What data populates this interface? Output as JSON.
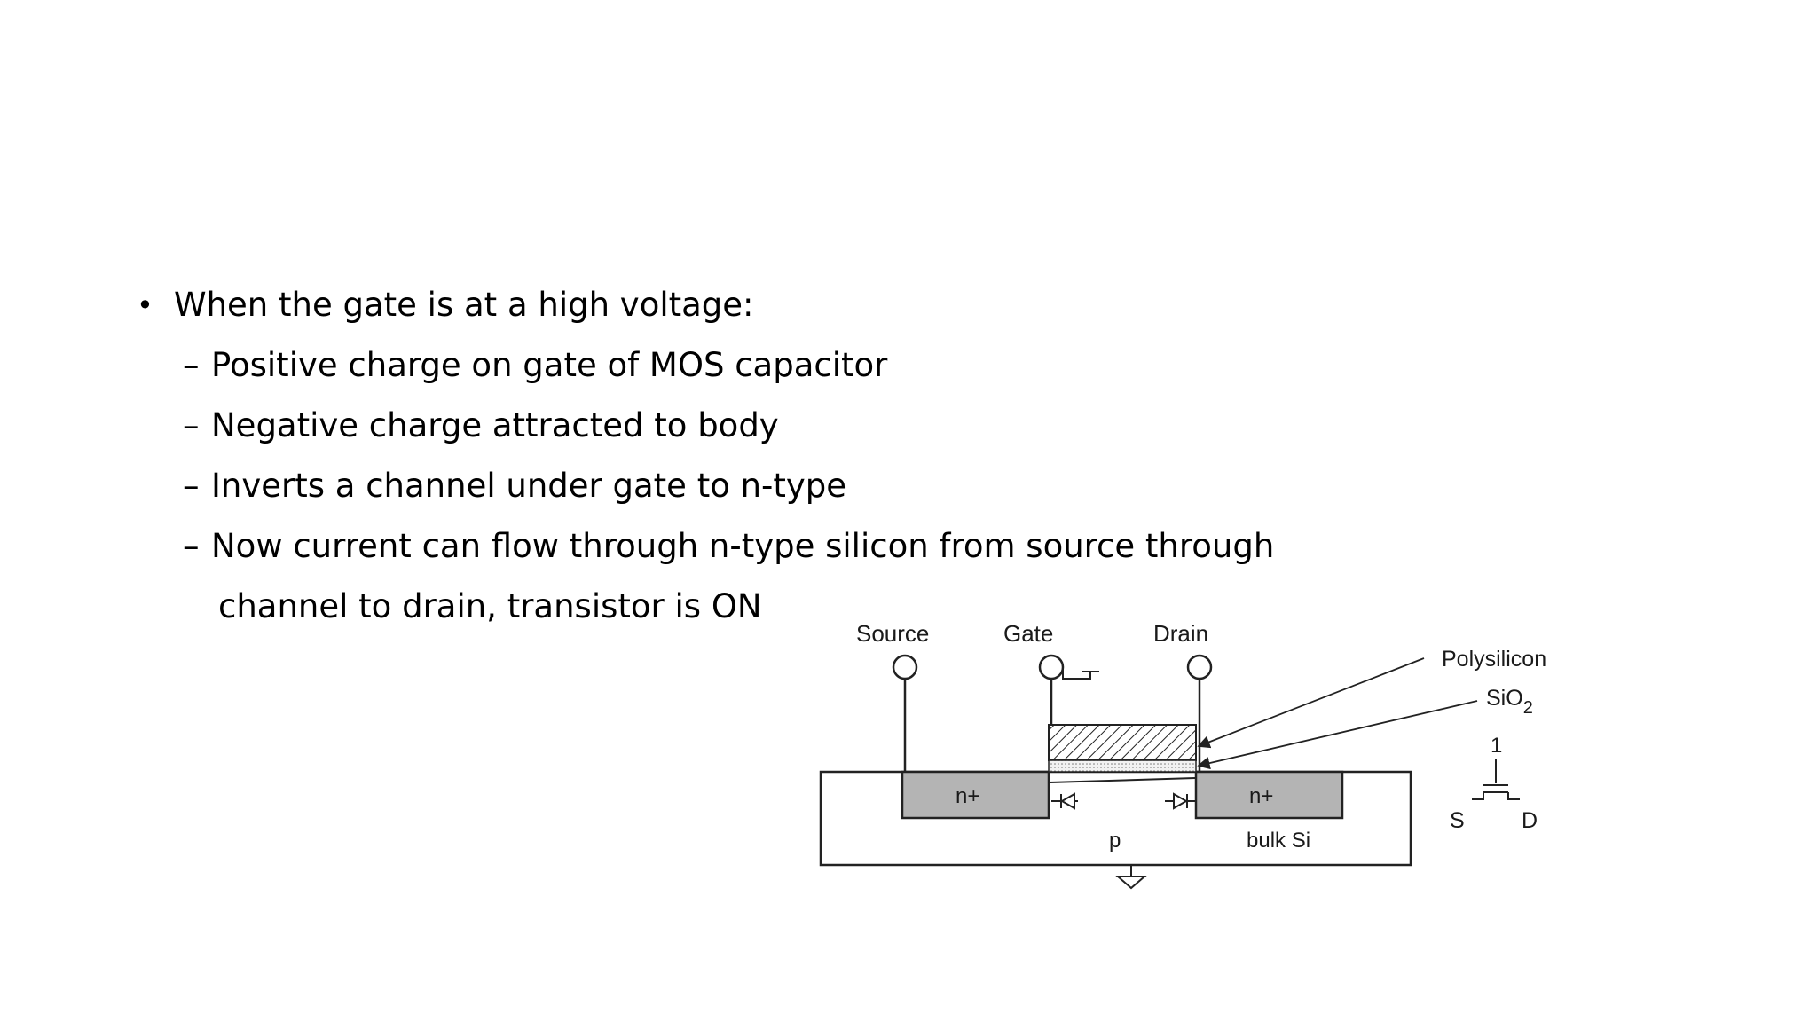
{
  "slide": {
    "bullets": {
      "main": "When the gate is at a high voltage:",
      "sub": [
        "Positive charge on gate of MOS capacitor",
        "Negative charge attracted to body",
        "Inverts a channel under gate to n-type",
        "Now current can flow through n-type silicon from source through"
      ],
      "continuation": "channel to drain, transistor is ON"
    },
    "diagram": {
      "source_label": "Source",
      "gate_label": "Gate",
      "drain_label": "Drain",
      "polysilicon_label": "Polysilicon",
      "sio2_label": "SiO",
      "sio2_sub": "2",
      "n_left_label": "n+",
      "n_right_label": "n+",
      "p_label": "p",
      "bulk_label": "bulk Si",
      "symbol_gate_label": "1",
      "symbol_s_label": "S",
      "symbol_d_label": "D"
    }
  }
}
